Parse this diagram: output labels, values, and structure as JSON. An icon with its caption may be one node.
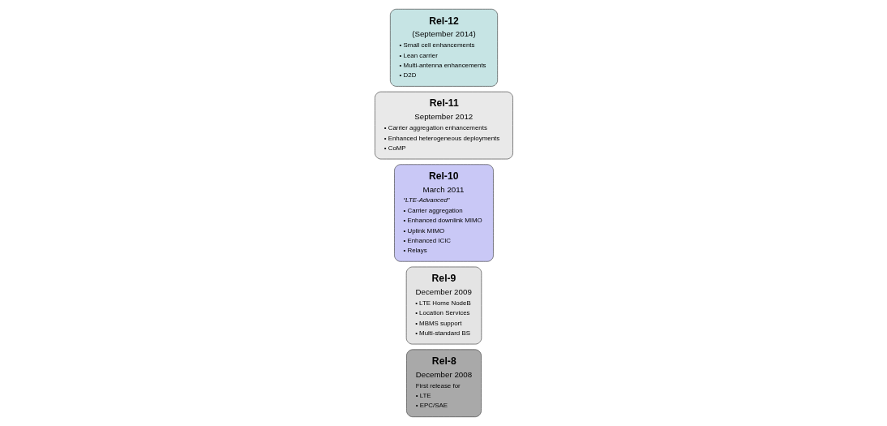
{
  "diagram": {
    "nodes": [
      {
        "text": [
          "Rel-8",
          "December 2008",
          "First release for",
          "• LTE",
          "• EPC/SAE"
        ]
      },
      {
        "text": [
          "Rel-9",
          "December 2009",
          "• LTE Home NodeB",
          "• Location Services",
          "• MBMS support",
          "• Multi-standard BS"
        ]
      },
      {
        "text": [
          "Rel-10",
          "March 2011",
          "“LTE-Advanced”",
          "• Carrier aggregation",
          "• Enhanced downlink MIMO",
          "• Uplink MIMO",
          "• Enhanced ICIC",
          "• Relays"
        ]
      },
      {
        "text": [
          "Rel-11",
          "September 2012",
          "• Carrier aggregation enhancements",
          "• Enhanced heterogeneous deployments",
          "• CoMP"
        ]
      },
      {
        "text": [
          "Rel-12",
          "(September 2014)",
          "• Small cell enhancements",
          "• Lean carrier",
          "• Multi-antenna enhancements",
          "• D2D"
        ]
      }
    ]
  }
}
